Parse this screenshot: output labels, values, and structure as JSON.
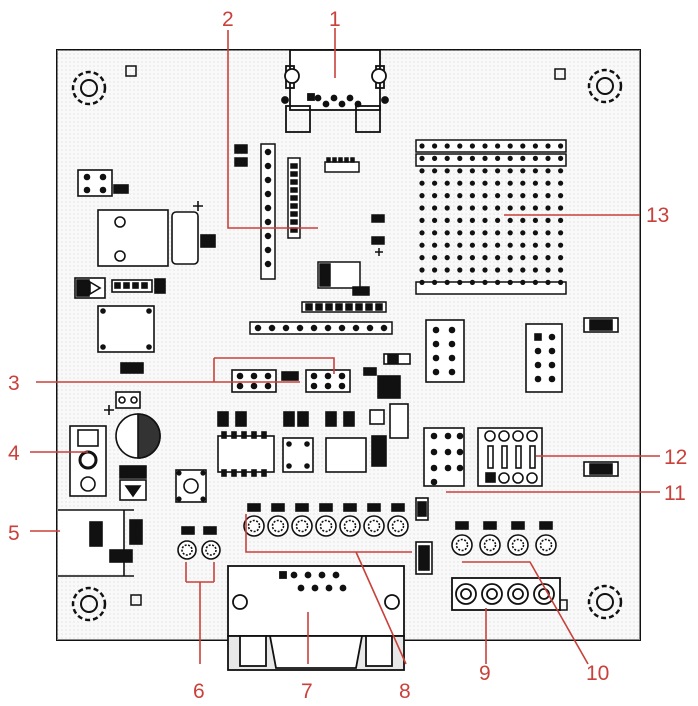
{
  "colors": {
    "callout": "#c9413a",
    "board_fill": "#f2f2f2",
    "outline": "#111111"
  },
  "callouts": [
    "1",
    "2",
    "3",
    "4",
    "5",
    "6",
    "7",
    "8",
    "9",
    "10",
    "11",
    "12",
    "13"
  ]
}
